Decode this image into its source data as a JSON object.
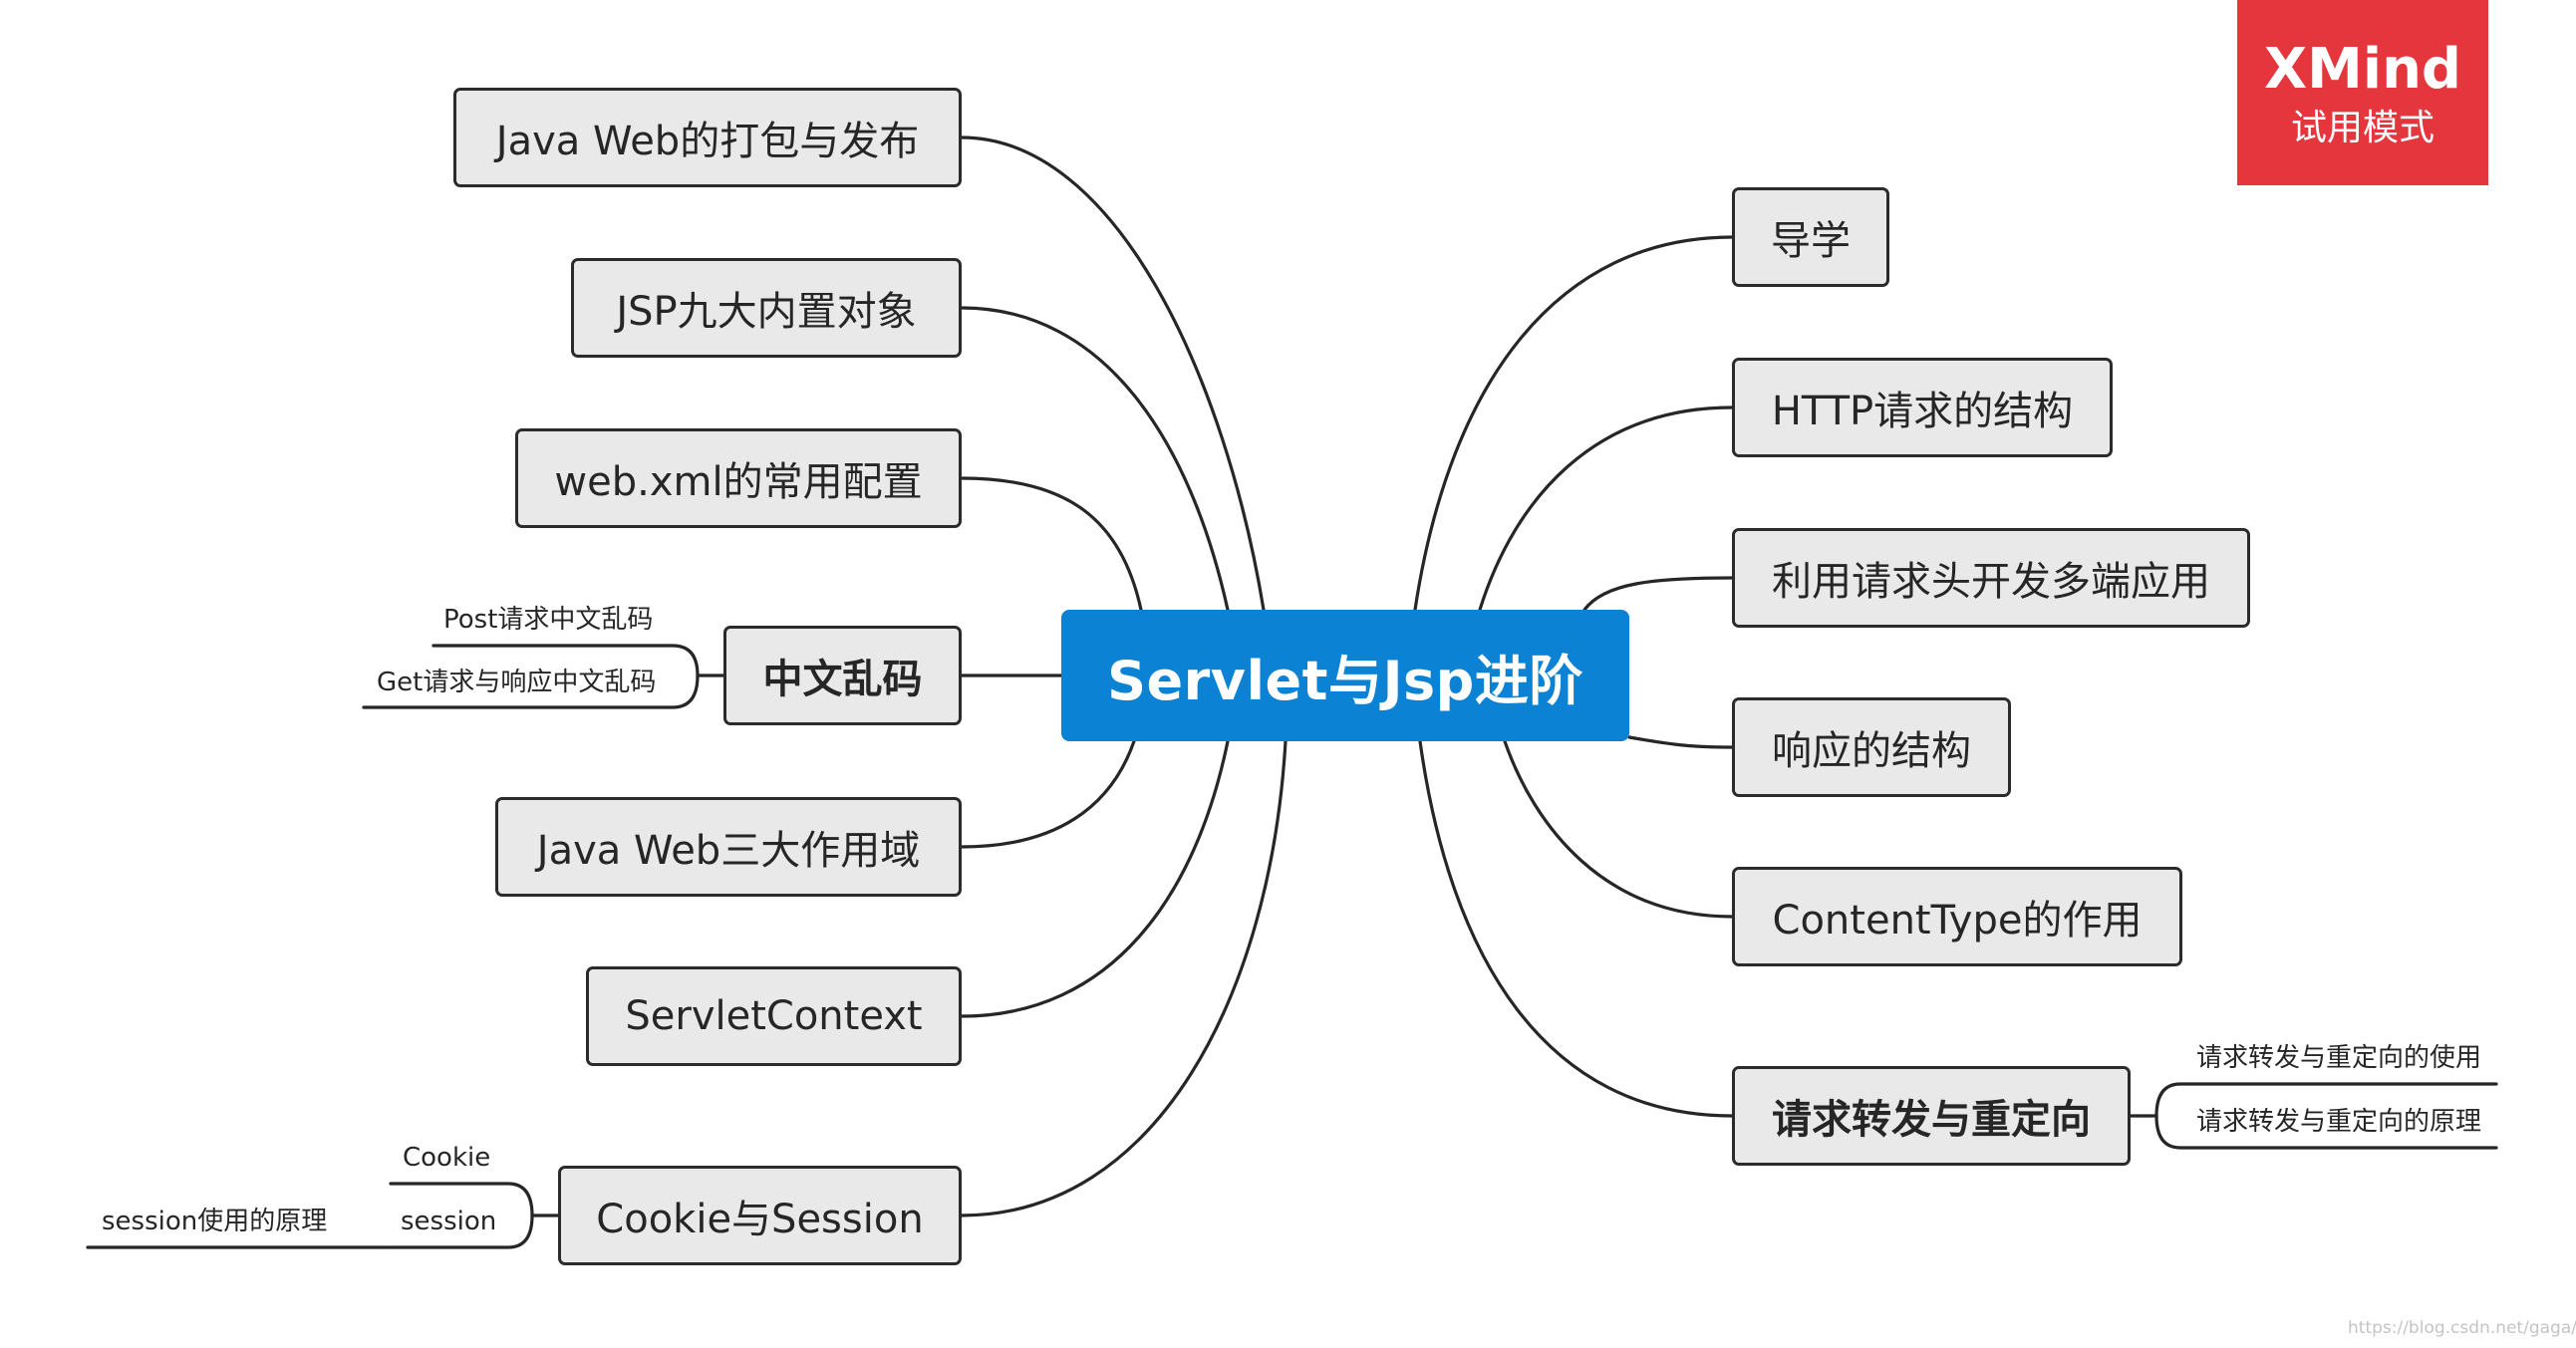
{
  "central_topic": "Servlet与Jsp进阶",
  "left_topics": [
    {
      "label": "Java Web的打包与发布"
    },
    {
      "label": "JSP九大内置对象"
    },
    {
      "label": "web.xml的常用配置"
    },
    {
      "label": "中文乱码",
      "children": [
        "Post请求中文乱码",
        "Get请求与响应中文乱码"
      ]
    },
    {
      "label": "Java Web三大作用域"
    },
    {
      "label": "ServletContext"
    },
    {
      "label": "Cookie与Session",
      "children": [
        "Cookie",
        "session"
      ],
      "grandchildren": [
        "session使用的原理"
      ]
    }
  ],
  "right_topics": [
    {
      "label": "导学"
    },
    {
      "label": "HTTP请求的结构"
    },
    {
      "label": "利用请求头开发多端应用"
    },
    {
      "label": "响应的结构"
    },
    {
      "label": "ContentType的作用"
    },
    {
      "label": "请求转发与重定向",
      "children": [
        "请求转发与重定向的使用",
        "请求转发与重定向的原理"
      ]
    }
  ],
  "badge": {
    "title": "XMind",
    "subtitle": "试用模式"
  },
  "watermark": "https://blog.csdn.net/gaga/awei",
  "colors": {
    "central_fill": "#0b82d4",
    "topic_fill": "#e9e9e9",
    "topic_border": "#2b2b2b",
    "line": "#262626",
    "badge": "#e5353d"
  }
}
